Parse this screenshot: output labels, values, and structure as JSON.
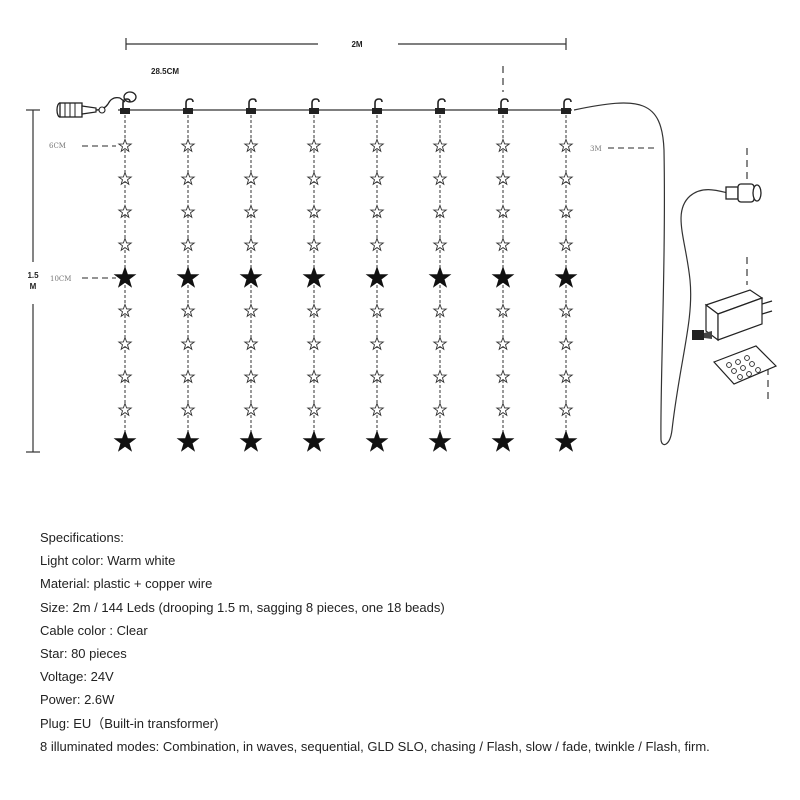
{
  "diagram": {
    "width_label": "2M",
    "hook_spacing_label": "28.5CM",
    "height_label_top": "1.5",
    "height_label_bottom": "M",
    "small_spacing_label": "6CM",
    "big_spacing_label": "10CM",
    "lead_cable_label": "3M",
    "strand_count": 8,
    "small_stars_per_group": 4,
    "icons": [
      "end-cap-connector",
      "hook-icon",
      "star-small-outline",
      "star-large-filled",
      "female-connector",
      "transformer",
      "remote-control"
    ]
  },
  "specs": [
    "Specifications:",
    "Light color: Warm white",
    "Material: plastic + copper wire",
    "Size: 2m / 144 Leds (drooping 1.5 m, sagging 8 pieces, one 18 beads)",
    "Cable color : Clear",
    "Star: 80 pieces",
    "Voltage: 24V",
    "Power: 2.6W",
    "Plug: EU（Built-in transformer)",
    "8 illuminated modes: Combination, in waves, sequential, GLD SLO, chasing / Flash, slow / fade, twinkle / Flash, firm."
  ]
}
